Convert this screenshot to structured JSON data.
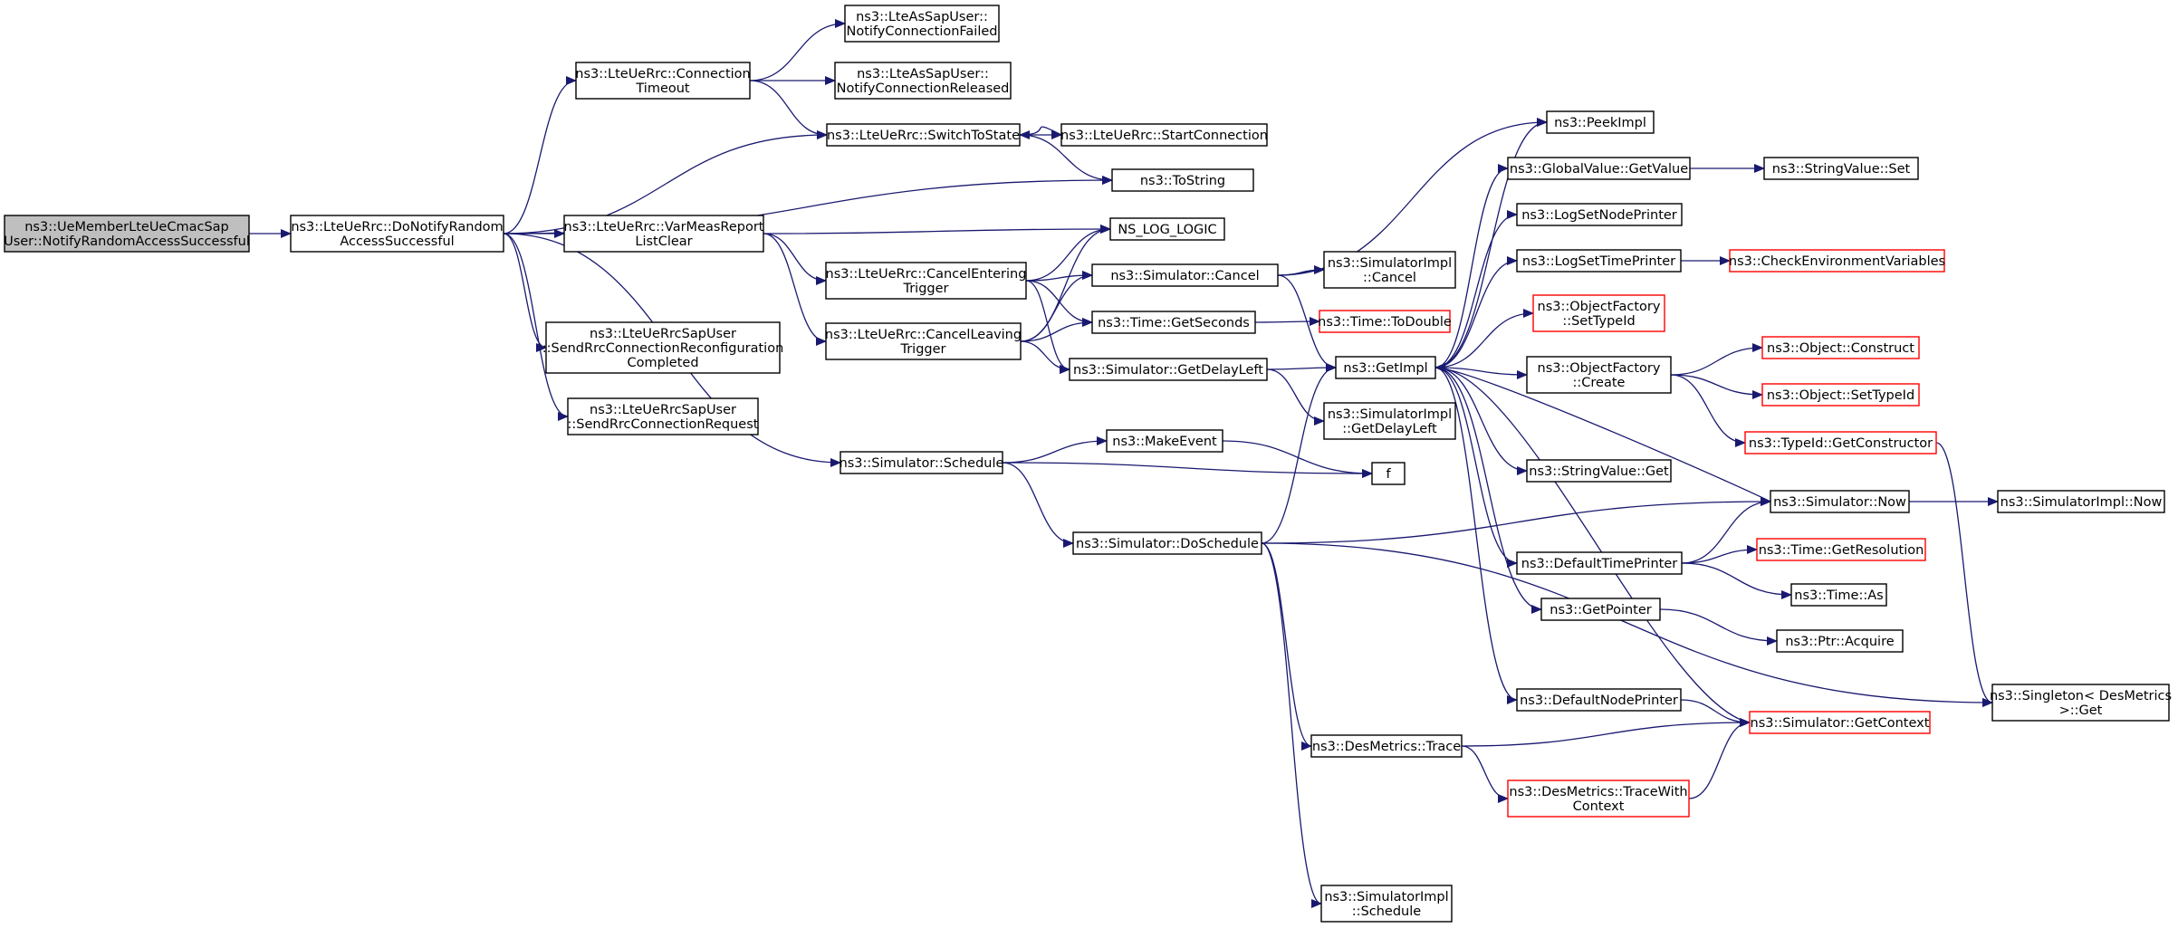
{
  "colors": {
    "edge": "#191970",
    "default_border": "#000000",
    "incomplete_border": "#ff0000",
    "root_fill": "#bfbfbf",
    "node_fill": "#ffffff",
    "text": "#000000"
  },
  "nodes": [
    {
      "id": "n0",
      "lines": [
        "ns3::UeMemberLteUeCmacSap",
        "User::NotifyRandomAccessSuccessful"
      ],
      "root": true
    },
    {
      "id": "n1",
      "lines": [
        "ns3::LteUeRrc::DoNotifyRandom",
        "AccessSuccessful"
      ]
    },
    {
      "id": "n2",
      "lines": [
        "ns3::LteUeRrc::Connection",
        "Timeout"
      ]
    },
    {
      "id": "n3",
      "lines": [
        "ns3::LteAsSapUser::",
        "NotifyConnectionFailed"
      ]
    },
    {
      "id": "n4",
      "lines": [
        "ns3::LteAsSapUser::",
        "NotifyConnectionReleased"
      ]
    },
    {
      "id": "n5",
      "lines": [
        "ns3::LteUeRrc::SwitchToState"
      ]
    },
    {
      "id": "n6",
      "lines": [
        "ns3::LteUeRrc::StartConnection"
      ]
    },
    {
      "id": "n7",
      "lines": [
        "ns3::ToString"
      ]
    },
    {
      "id": "n8",
      "lines": [
        "ns3::LteUeRrc::VarMeasReport",
        "ListClear"
      ]
    },
    {
      "id": "n9",
      "lines": [
        "NS_LOG_LOGIC"
      ]
    },
    {
      "id": "n10",
      "lines": [
        "ns3::LteUeRrc::CancelEntering",
        "Trigger"
      ]
    },
    {
      "id": "n11",
      "lines": [
        "ns3::LteUeRrc::CancelLeaving",
        "Trigger"
      ]
    },
    {
      "id": "n12",
      "lines": [
        "ns3::LteUeRrcSapUser",
        "::SendRrcConnectionReconfiguration",
        "Completed"
      ]
    },
    {
      "id": "n13",
      "lines": [
        "ns3::LteUeRrcSapUser",
        "::SendRrcConnectionRequest"
      ]
    },
    {
      "id": "n14",
      "lines": [
        "ns3::Simulator::Schedule"
      ]
    },
    {
      "id": "n15",
      "lines": [
        "ns3::Simulator::Cancel"
      ]
    },
    {
      "id": "n16",
      "lines": [
        "ns3::Time::GetSeconds"
      ]
    },
    {
      "id": "n17",
      "lines": [
        "ns3::Simulator::GetDelayLeft"
      ]
    },
    {
      "id": "n18",
      "lines": [
        "ns3::MakeEvent"
      ]
    },
    {
      "id": "n19",
      "lines": [
        "ns3::Simulator::DoSchedule"
      ]
    },
    {
      "id": "n20",
      "lines": [
        "f"
      ]
    },
    {
      "id": "n21",
      "lines": [
        "ns3::SimulatorImpl",
        "::Cancel"
      ]
    },
    {
      "id": "n22",
      "lines": [
        "ns3::Time::ToDouble"
      ],
      "incomplete": true
    },
    {
      "id": "n23",
      "lines": [
        "ns3::GetImpl"
      ]
    },
    {
      "id": "n24",
      "lines": [
        "ns3::SimulatorImpl",
        "::GetDelayLeft"
      ]
    },
    {
      "id": "n25",
      "lines": [
        "ns3::DesMetrics::Trace"
      ]
    },
    {
      "id": "n26",
      "lines": [
        "ns3::SimulatorImpl",
        "::Schedule"
      ]
    },
    {
      "id": "n27",
      "lines": [
        "ns3::PeekImpl"
      ]
    },
    {
      "id": "n28",
      "lines": [
        "ns3::GlobalValue::GetValue"
      ]
    },
    {
      "id": "n29",
      "lines": [
        "ns3::LogSetNodePrinter"
      ]
    },
    {
      "id": "n30",
      "lines": [
        "ns3::LogSetTimePrinter"
      ]
    },
    {
      "id": "n31",
      "lines": [
        "ns3::ObjectFactory",
        "::SetTypeId"
      ],
      "incomplete": true
    },
    {
      "id": "n32",
      "lines": [
        "ns3::ObjectFactory",
        "::Create"
      ]
    },
    {
      "id": "n33",
      "lines": [
        "ns3::StringValue::Get"
      ]
    },
    {
      "id": "n34",
      "lines": [
        "ns3::DefaultTimePrinter"
      ]
    },
    {
      "id": "n35",
      "lines": [
        "ns3::GetPointer"
      ]
    },
    {
      "id": "n36",
      "lines": [
        "ns3::DefaultNodePrinter"
      ]
    },
    {
      "id": "n37",
      "lines": [
        "ns3::DesMetrics::TraceWith",
        "Context"
      ],
      "incomplete": true
    },
    {
      "id": "n38",
      "lines": [
        "ns3::StringValue::Set"
      ]
    },
    {
      "id": "n39",
      "lines": [
        "ns3::CheckEnvironmentVariables"
      ],
      "incomplete": true
    },
    {
      "id": "n40",
      "lines": [
        "ns3::Object::Construct"
      ],
      "incomplete": true
    },
    {
      "id": "n41",
      "lines": [
        "ns3::Object::SetTypeId"
      ],
      "incomplete": true
    },
    {
      "id": "n42",
      "lines": [
        "ns3::TypeId::GetConstructor"
      ],
      "incomplete": true
    },
    {
      "id": "n43",
      "lines": [
        "ns3::Simulator::Now"
      ]
    },
    {
      "id": "n44",
      "lines": [
        "ns3::Time::GetResolution"
      ],
      "incomplete": true
    },
    {
      "id": "n45",
      "lines": [
        "ns3::Time::As"
      ]
    },
    {
      "id": "n46",
      "lines": [
        "ns3::Ptr::Acquire"
      ]
    },
    {
      "id": "n47",
      "lines": [
        "ns3::Simulator::GetContext"
      ],
      "incomplete": true
    },
    {
      "id": "n48",
      "lines": [
        "ns3::SimulatorImpl::Now"
      ]
    },
    {
      "id": "n49",
      "lines": [
        "ns3::Singleton< DesMetrics",
        ">::Get"
      ]
    }
  ],
  "edges": [
    [
      "n0",
      "n1"
    ],
    [
      "n1",
      "n2"
    ],
    [
      "n1",
      "n5"
    ],
    [
      "n1",
      "n7"
    ],
    [
      "n1",
      "n8"
    ],
    [
      "n1",
      "n12"
    ],
    [
      "n1",
      "n13"
    ],
    [
      "n1",
      "n14"
    ],
    [
      "n2",
      "n3"
    ],
    [
      "n2",
      "n4"
    ],
    [
      "n2",
      "n5"
    ],
    [
      "n5",
      "n6"
    ],
    [
      "n6",
      "n5"
    ],
    [
      "n5",
      "n7"
    ],
    [
      "n8",
      "n9"
    ],
    [
      "n8",
      "n10"
    ],
    [
      "n8",
      "n11"
    ],
    [
      "n10",
      "n9"
    ],
    [
      "n10",
      "n15"
    ],
    [
      "n10",
      "n16"
    ],
    [
      "n10",
      "n17"
    ],
    [
      "n11",
      "n9"
    ],
    [
      "n11",
      "n15"
    ],
    [
      "n11",
      "n16"
    ],
    [
      "n11",
      "n17"
    ],
    [
      "n14",
      "n18"
    ],
    [
      "n14",
      "n20"
    ],
    [
      "n14",
      "n19"
    ],
    [
      "n18",
      "n20"
    ],
    [
      "n15",
      "n27"
    ],
    [
      "n15",
      "n21"
    ],
    [
      "n15",
      "n23"
    ],
    [
      "n16",
      "n22"
    ],
    [
      "n17",
      "n23"
    ],
    [
      "n17",
      "n24"
    ],
    [
      "n19",
      "n23"
    ],
    [
      "n19",
      "n43"
    ],
    [
      "n19",
      "n25"
    ],
    [
      "n19",
      "n26"
    ],
    [
      "n19",
      "n49"
    ],
    [
      "n23",
      "n27"
    ],
    [
      "n23",
      "n28"
    ],
    [
      "n23",
      "n29"
    ],
    [
      "n23",
      "n30"
    ],
    [
      "n23",
      "n31"
    ],
    [
      "n23",
      "n32"
    ],
    [
      "n23",
      "n33"
    ],
    [
      "n23",
      "n34"
    ],
    [
      "n23",
      "n35"
    ],
    [
      "n23",
      "n36"
    ],
    [
      "n28",
      "n38"
    ],
    [
      "n30",
      "n39"
    ],
    [
      "n32",
      "n40"
    ],
    [
      "n32",
      "n41"
    ],
    [
      "n32",
      "n42"
    ],
    [
      "n34",
      "n43"
    ],
    [
      "n34",
      "n44"
    ],
    [
      "n34",
      "n45"
    ],
    [
      "n35",
      "n46"
    ],
    [
      "n36",
      "n47"
    ],
    [
      "n25",
      "n47"
    ],
    [
      "n25",
      "n37"
    ],
    [
      "n37",
      "n47"
    ],
    [
      "n43",
      "n23"
    ],
    [
      "n43",
      "n48"
    ],
    [
      "n47",
      "n23"
    ],
    [
      "n42",
      "n49"
    ]
  ]
}
